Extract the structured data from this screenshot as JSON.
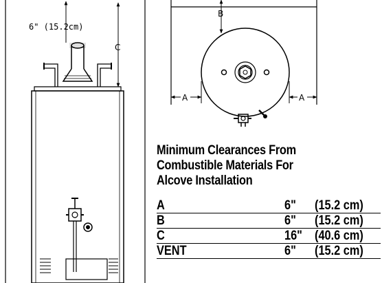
{
  "left_view": {
    "dimension_text": "6\" (15.2cm)",
    "c_label": "C"
  },
  "top_view": {
    "b_label": "B",
    "a_label_left": "A",
    "a_label_right": "A"
  },
  "heading": {
    "line1": "Minimum Clearances From",
    "line2": "Combustible Materials For",
    "line3": "Alcove Installation"
  },
  "clearances": [
    {
      "label": "A",
      "inches": "6\"",
      "cm": "(15.2 cm)"
    },
    {
      "label": "B",
      "inches": "6\"",
      "cm": "(15.2 cm)"
    },
    {
      "label": "C",
      "inches": "16\"",
      "cm": "(40.6 cm)"
    },
    {
      "label": "VENT",
      "inches": "6\"",
      "cm": "(15.2 cm)"
    }
  ]
}
